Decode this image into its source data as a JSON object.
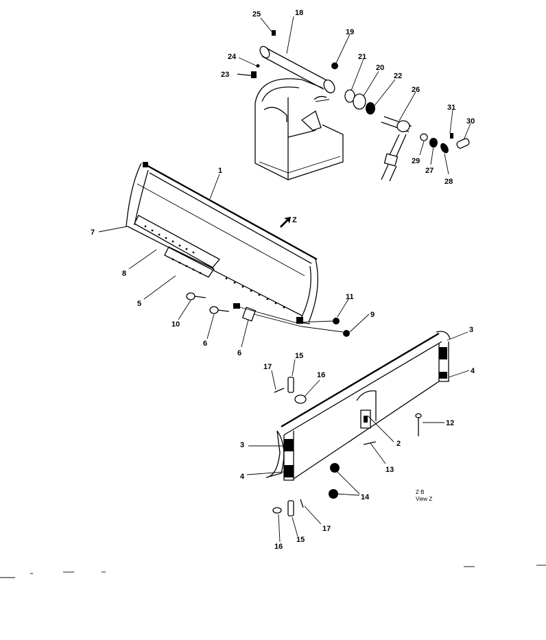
{
  "labels": {
    "l1": "1",
    "l2": "2",
    "l3a": "3",
    "l3b": "3",
    "l4a": "4",
    "l4b": "4",
    "l5": "5",
    "l6a": "6",
    "l6b": "6",
    "l7": "7",
    "l8": "8",
    "l9": "9",
    "l10": "10",
    "l11": "11",
    "l12": "12",
    "l13": "13",
    "l14": "14",
    "l15a": "15",
    "l15b": "15",
    "l16a": "16",
    "l16b": "16",
    "l17a": "17",
    "l17b": "17",
    "l18": "18",
    "l19": "19",
    "l20": "20",
    "l21": "21",
    "l22": "22",
    "l23": "23",
    "l24": "24",
    "l25": "25",
    "l26": "26",
    "l27": "27",
    "l28": "28",
    "l29": "29",
    "l30": "30",
    "l31": "31"
  },
  "view_marker": "Z",
  "view_note": {
    "line1": "Z  B",
    "line2": "View  Z"
  }
}
